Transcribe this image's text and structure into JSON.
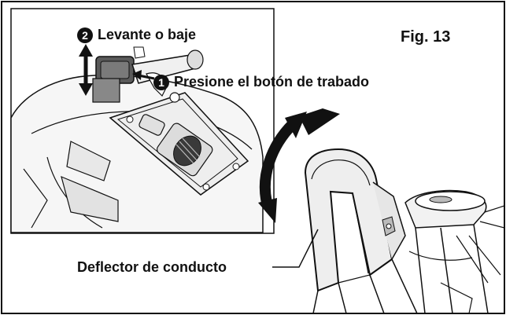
{
  "figure": {
    "title": "Fig. 13"
  },
  "steps": [
    {
      "number": "2",
      "text": "Levante o baje"
    },
    {
      "number": "1",
      "text": "Presione el botón de trabado"
    }
  ],
  "callouts": {
    "deflector": "Deflector de conducto"
  },
  "colors": {
    "line": "#111111",
    "fill_light": "#f2f2f2",
    "fill_mid": "#c9c9c9",
    "fill_dark": "#3a3a3a",
    "background": "#ffffff"
  }
}
